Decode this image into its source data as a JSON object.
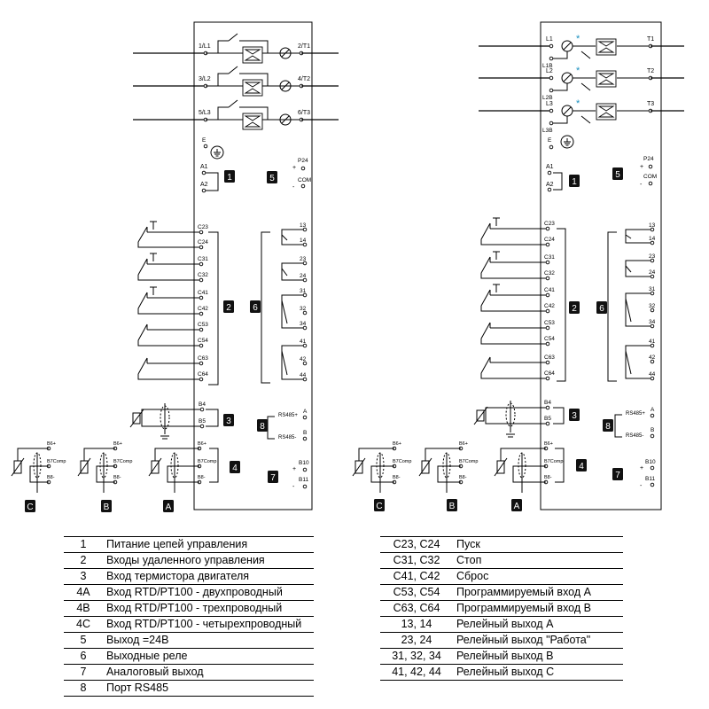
{
  "diagram_left": {
    "power_terminals": [
      {
        "in": "1/L1",
        "out": "2/T1"
      },
      {
        "in": "3/L2",
        "out": "4/T2"
      },
      {
        "in": "5/L3",
        "out": "6/T3"
      }
    ],
    "earth": "E",
    "supply": [
      "A1",
      "A2"
    ],
    "p24": [
      "P24",
      "COM"
    ],
    "inputs": [
      "C23",
      "C24",
      "C31",
      "C32",
      "C41",
      "C42",
      "C53",
      "C54",
      "C63",
      "C64"
    ],
    "relays": [
      "13",
      "14",
      "23",
      "24",
      "31",
      "32",
      "34",
      "41",
      "42",
      "44"
    ],
    "thermistor": [
      "B4",
      "B5"
    ],
    "rs485": [
      "RS485+",
      "RS485-"
    ],
    "rs485_ab": [
      "A",
      "B"
    ],
    "analog": [
      "B10",
      "B11"
    ],
    "rtd": [
      "B6+",
      "B7Comp",
      "B8-"
    ],
    "rtd_letters": [
      "C",
      "B",
      "A"
    ],
    "badges": [
      "1",
      "2",
      "3",
      "4",
      "5",
      "6",
      "7",
      "8"
    ]
  },
  "diagram_right": {
    "power_terminals": [
      {
        "in": "L1",
        "bypass": "L1B",
        "out": "T1"
      },
      {
        "in": "L2",
        "bypass": "L2B",
        "out": "T2"
      },
      {
        "in": "L3",
        "bypass": "L3B",
        "out": "T3"
      }
    ],
    "earth": "E",
    "supply": [
      "A1",
      "A2"
    ],
    "p24": [
      "P24",
      "COM"
    ],
    "inputs": [
      "C23",
      "C24",
      "C31",
      "C32",
      "C41",
      "C42",
      "C53",
      "C54",
      "C63",
      "C64"
    ],
    "relays": [
      "13",
      "14",
      "23",
      "24",
      "31",
      "32",
      "34",
      "41",
      "42",
      "44"
    ],
    "thermistor": [
      "B4",
      "B5"
    ],
    "rs485": [
      "RS485+",
      "RS485-"
    ],
    "rs485_ab": [
      "A",
      "B"
    ],
    "analog": [
      "B10",
      "B11"
    ],
    "rtd": [
      "B6+",
      "B7Comp",
      "B8-"
    ],
    "rtd_letters": [
      "C",
      "B",
      "A"
    ],
    "badges": [
      "1",
      "2",
      "3",
      "4",
      "5",
      "6",
      "7",
      "8"
    ],
    "star": "*"
  },
  "symbols": {
    "plus": "+",
    "minus": "-"
  },
  "legend_left": [
    {
      "code": "1",
      "desc": "Питание цепей управления"
    },
    {
      "code": "2",
      "desc": "Входы удаленного управления"
    },
    {
      "code": "3",
      "desc": "Вход термистора двигателя"
    },
    {
      "code": "4A",
      "desc": "Вход RTD/PT100 - двухпроводный"
    },
    {
      "code": "4B",
      "desc": "Вход RTD/PT100 - трехпроводный"
    },
    {
      "code": "4C",
      "desc": "Вход RTD/PT100 - четырехпроводный"
    },
    {
      "code": "5",
      "desc": "Выход =24В"
    },
    {
      "code": "6",
      "desc": "Выходные реле"
    },
    {
      "code": "7",
      "desc": "Аналоговый выход"
    },
    {
      "code": "8",
      "desc": "Порт RS485"
    }
  ],
  "legend_right": [
    {
      "code": "C23, C24",
      "desc": "Пуск"
    },
    {
      "code": "C31, C32",
      "desc": "Стоп"
    },
    {
      "code": "C41, C42",
      "desc": "Сброс"
    },
    {
      "code": "C53, C54",
      "desc": "Программируемый вход А"
    },
    {
      "code": "C63, C64",
      "desc": "Программируемый вход В"
    },
    {
      "code": "13, 14",
      "desc": "Релейный выход А"
    },
    {
      "code": "23, 24",
      "desc": "Релейный выход \"Работа\""
    },
    {
      "code": "31, 32, 34",
      "desc": "Релейный выход В"
    },
    {
      "code": "41, 42, 44",
      "desc": "Релейный выход C"
    }
  ]
}
